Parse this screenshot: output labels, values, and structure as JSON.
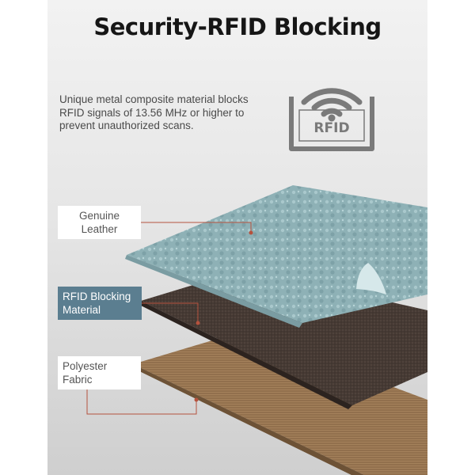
{
  "heading": "Security-RFID Blocking",
  "description": "Unique metal composite material blocks RFID signals of 13.56 MHz or higher to prevent unauthorized scans.",
  "rfid_badge": {
    "text": "RFID",
    "icon": "wifi-signal-icon"
  },
  "layers": [
    {
      "label": "Genuine Leather",
      "color": "#8fb3b8"
    },
    {
      "label": "RFID Blocking Material",
      "color": "#4a3c36"
    },
    {
      "label": "Polyester Fabric",
      "color": "#93714e"
    }
  ],
  "colors": {
    "accent_label": "#5b7e90",
    "pointer_line": "#b5523e"
  }
}
